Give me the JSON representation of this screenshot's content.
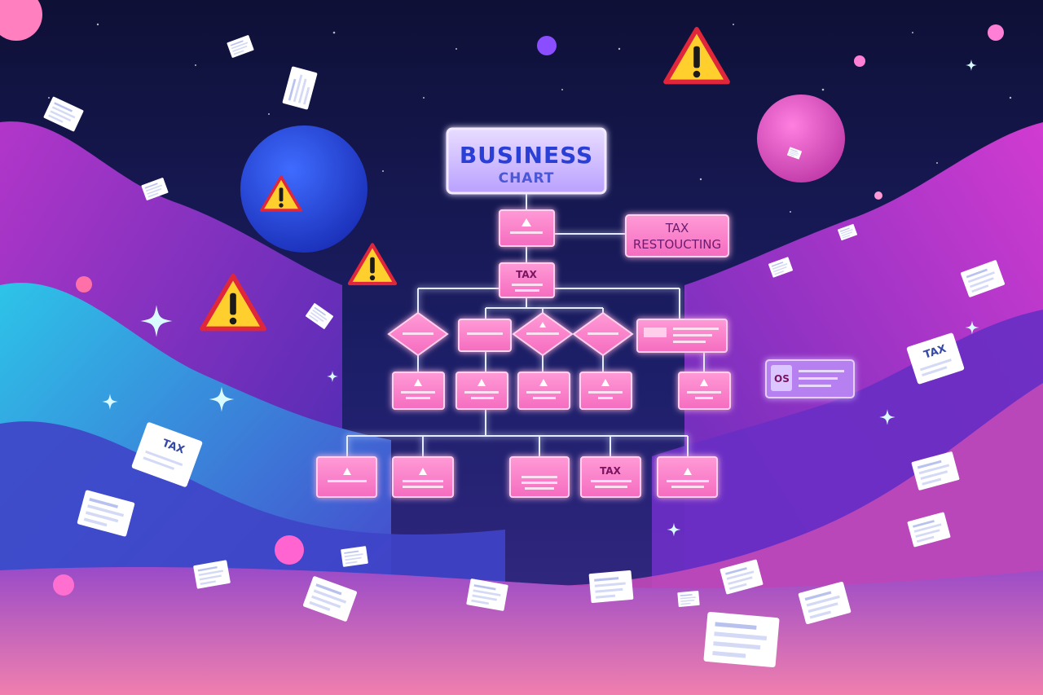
{
  "title": {
    "line1": "BUSINESS",
    "line2": "CHART"
  },
  "tax_restructuring_box": {
    "line1": "TAX",
    "line2": "RESTOUCTING"
  },
  "level2_box": {
    "label": "TAX"
  },
  "bottom_box_label": "TAX",
  "card_label": "OS",
  "paper_tax_labels": [
    "TAX",
    "TAX"
  ],
  "icons": {
    "warning": "warning-triangle-icon",
    "sparkle": "sparkle-icon",
    "document": "document-icon"
  },
  "colors": {
    "title_fill": "#c9b3ff",
    "node_fill": "#ff7fc8",
    "node_stroke": "#ffd1ee",
    "connector": "#dfe6ff",
    "warning_fill": "#ffcf2e",
    "warning_border": "#e0263b",
    "sky": "#13174a"
  }
}
